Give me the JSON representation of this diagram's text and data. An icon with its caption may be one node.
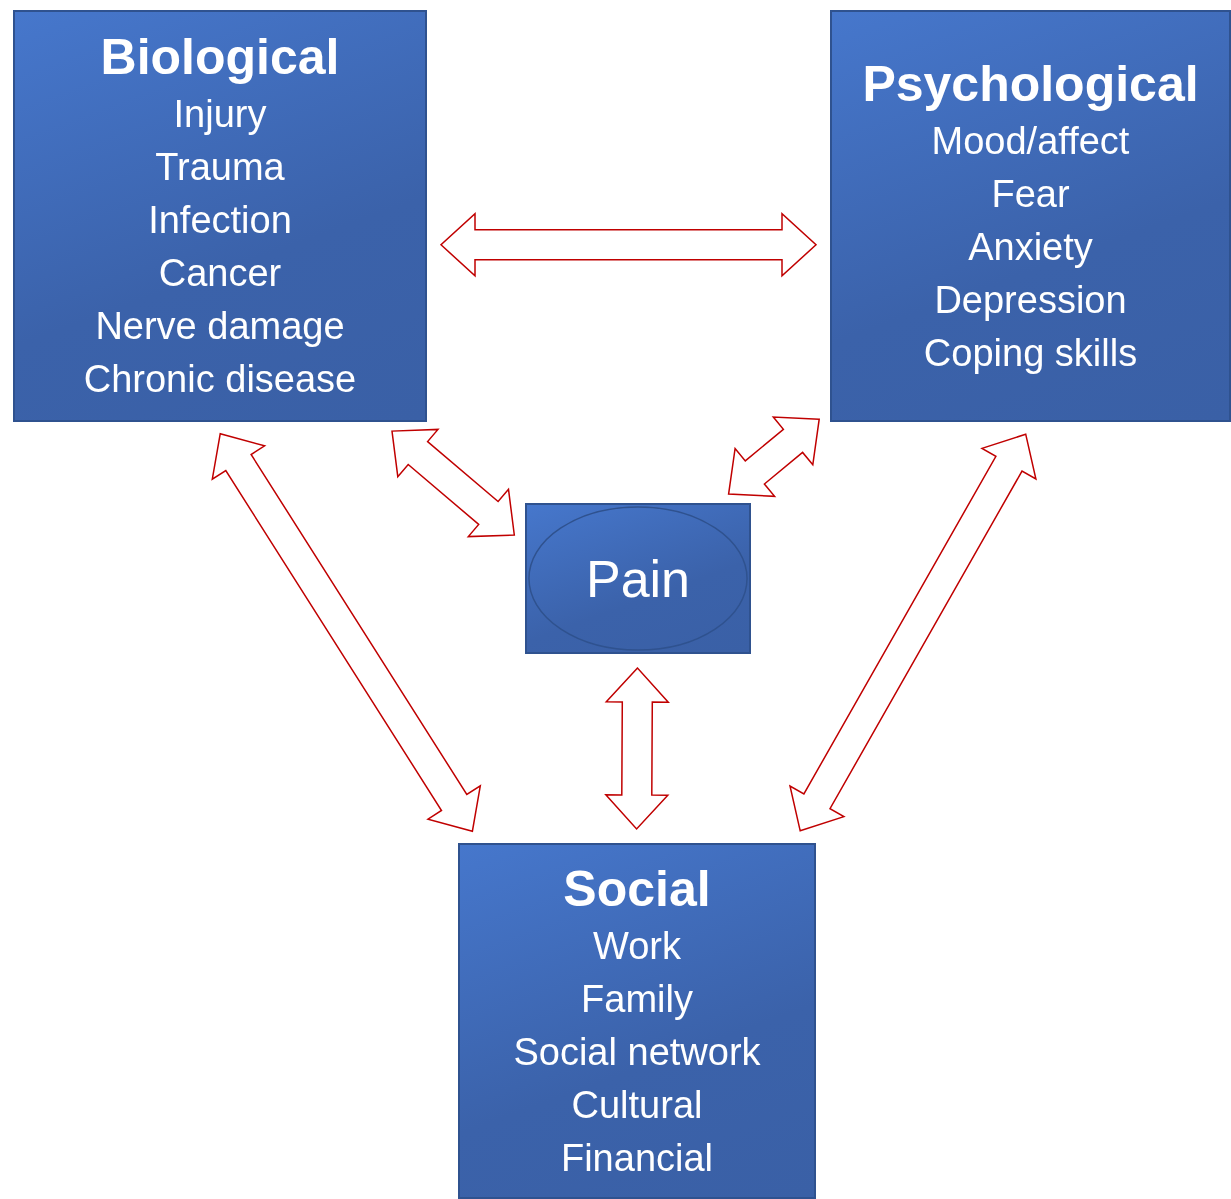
{
  "diagram": {
    "nodes": [
      {
        "text": [
          "Biological",
          "Injury",
          "Trauma",
          "Infection",
          "Cancer",
          "Nerve damage",
          "Chronic disease"
        ]
      },
      {
        "text": [
          "Psychological",
          "Mood/affect",
          "Fear",
          "Anxiety",
          "Depression",
          "Coping skills"
        ]
      },
      {
        "text": [
          "Pain"
        ]
      },
      {
        "text": [
          "Social",
          "Work",
          "Family",
          "Social network",
          "Cultural",
          "Financial"
        ]
      }
    ],
    "edges": [
      {
        "from": 0,
        "to": 1,
        "arrow": "both"
      },
      {
        "from": 0,
        "to": 2,
        "arrow": "both"
      },
      {
        "from": 1,
        "to": 2,
        "arrow": "both"
      },
      {
        "from": 0,
        "to": 3,
        "arrow": "both"
      },
      {
        "from": 2,
        "to": 3,
        "arrow": "both"
      },
      {
        "from": 1,
        "to": 3,
        "arrow": "both"
      }
    ]
  }
}
